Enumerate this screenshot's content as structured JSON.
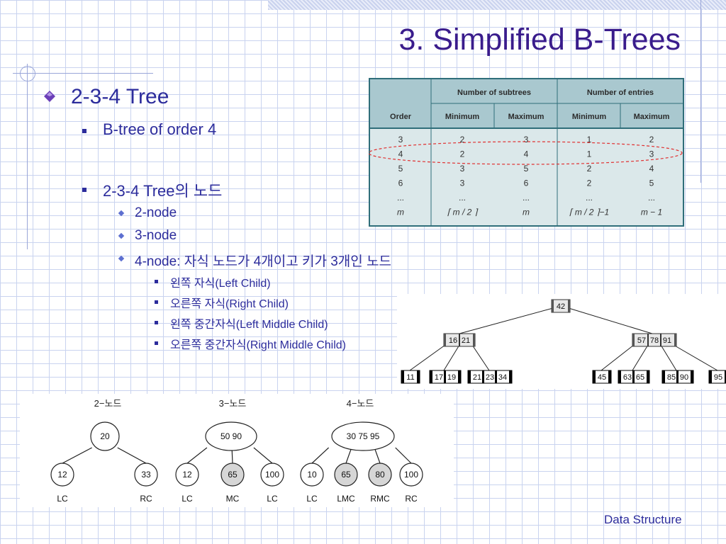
{
  "title": "3. Simplified B-Trees",
  "bullets": {
    "b1": "2-3-4 Tree",
    "b1_1": "B-tree of order 4",
    "b1_2": "2-3-4 Tree의 노드",
    "b1_2_1": "2-node",
    "b1_2_2": "3-node",
    "b1_2_3": "4-node: 자식 노드가 4개이고 키가 3개인 노드",
    "b1_2_3_a": "왼쪽 자식(Left Child)",
    "b1_2_3_b": "오른쪽 자식(Right Child)",
    "b1_2_3_c": "왼쪽 중간자식(Left Middle Child)",
    "b1_2_3_d": "오른쪽 중간자식(Right Middle Child)"
  },
  "table": {
    "group_headers": [
      "Number of subtrees",
      "Number of entries"
    ],
    "col_headers": [
      "Order",
      "Minimum",
      "Maximum",
      "Minimum",
      "Maximum"
    ],
    "rows": [
      [
        "3",
        "2",
        "3",
        "1",
        "2"
      ],
      [
        "4",
        "2",
        "4",
        "1",
        "3"
      ],
      [
        "5",
        "3",
        "5",
        "2",
        "4"
      ],
      [
        "6",
        "3",
        "6",
        "2",
        "5"
      ],
      [
        "...",
        "...",
        "...",
        "...",
        "..."
      ],
      [
        "m",
        "⌈ m / 2 ⌉",
        "m",
        "⌈ m / 2 ⌉−1",
        "m − 1"
      ]
    ],
    "highlighted_row": 1,
    "header_color": "#a9c8cf",
    "body_color": "#dbe8ea",
    "border_color": "#2f6e7a",
    "highlight_color": "#e03030"
  },
  "btree": {
    "root": [
      "42"
    ],
    "level1": [
      [
        "16",
        "21"
      ],
      [
        "57",
        "78",
        "91"
      ]
    ],
    "leaves": [
      [
        "11"
      ],
      [
        "17",
        "19"
      ],
      [
        "21",
        "23",
        "34"
      ],
      [
        "45"
      ],
      [
        "63",
        "65"
      ],
      [
        "85",
        "90"
      ],
      [
        "95"
      ]
    ]
  },
  "node_types": [
    {
      "label": "2−노드",
      "keys": "20",
      "children": [
        "12",
        "33"
      ],
      "child_labels": [
        "LC",
        "RC"
      ],
      "shaded": [
        false,
        false
      ]
    },
    {
      "label": "3−노드",
      "keys": "50  90",
      "children": [
        "12",
        "65",
        "100"
      ],
      "child_labels": [
        "LC",
        "MC",
        "LC"
      ],
      "shaded": [
        false,
        true,
        false
      ]
    },
    {
      "label": "4−노드",
      "keys": "30 75 95",
      "children": [
        "10",
        "65",
        "80",
        "100"
      ],
      "child_labels": [
        "LC",
        "LMC",
        "RMC",
        "RC"
      ],
      "shaded": [
        false,
        true,
        true,
        false
      ]
    }
  ],
  "footer": "Data Structure"
}
